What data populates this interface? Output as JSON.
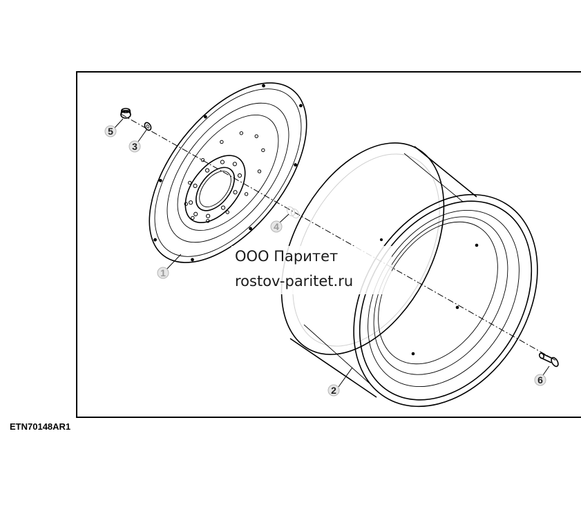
{
  "figure": {
    "code": "ETN70148AR1",
    "watermark": {
      "line1": "ООО Паритет",
      "line2": "rostov-paritet.ru"
    },
    "callouts": [
      {
        "id": "c1",
        "label": "1",
        "part": "wheel-disc"
      },
      {
        "id": "c2",
        "label": "2",
        "part": "wheel-rim"
      },
      {
        "id": "c3",
        "label": "3",
        "part": "washer"
      },
      {
        "id": "c4",
        "label": "4",
        "part": "spacer"
      },
      {
        "id": "c5",
        "label": "5",
        "part": "nut"
      },
      {
        "id": "c6",
        "label": "6",
        "part": "bolt"
      }
    ]
  }
}
